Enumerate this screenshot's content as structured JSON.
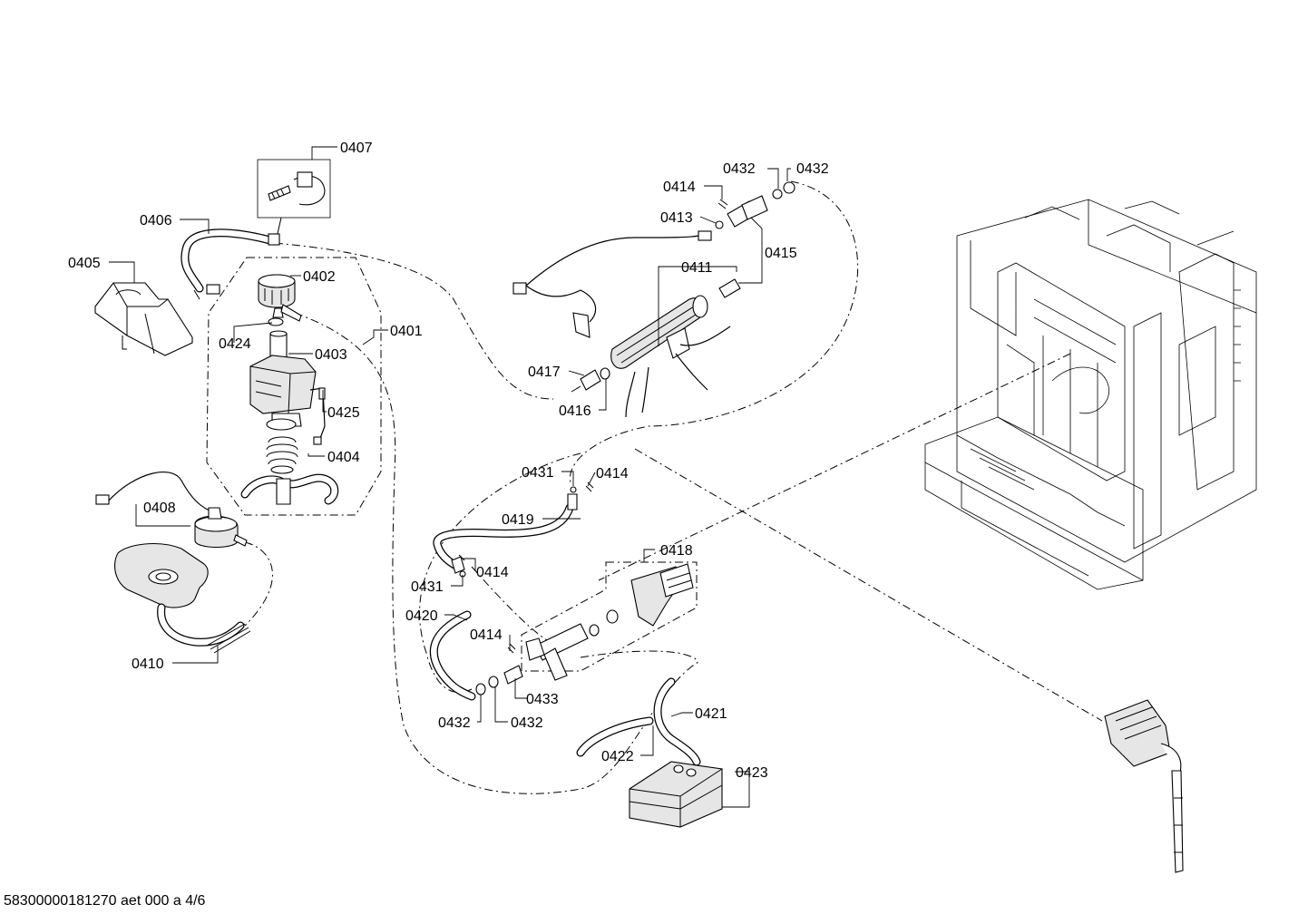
{
  "footer": {
    "doc_ref": "58300000181270 aet 000 a 4/6"
  },
  "labels": {
    "l0407": "0407",
    "l0406": "0406",
    "l0405": "0405",
    "l0402": "0402",
    "l0424": "0424",
    "l0403": "0403",
    "l0401": "0401",
    "l0425": "0425",
    "l0404": "0404",
    "l0408": "0408",
    "l0410": "0410",
    "l0414a": "0414",
    "l0432a": "0432",
    "l0432b": "0432",
    "l0413": "0413",
    "l0411": "0411",
    "l0415": "0415",
    "l0417": "0417",
    "l0416": "0416",
    "l0431a": "0431",
    "l0414b": "0414",
    "l0419": "0419",
    "l0414c": "0414",
    "l0431b": "0431",
    "l0418": "0418",
    "l0420": "0420",
    "l0414d": "0414",
    "l0433": "0433",
    "l0432c": "0432",
    "l0432d": "0432",
    "l0421": "0421",
    "l0422": "0422",
    "l0423": "0423"
  }
}
